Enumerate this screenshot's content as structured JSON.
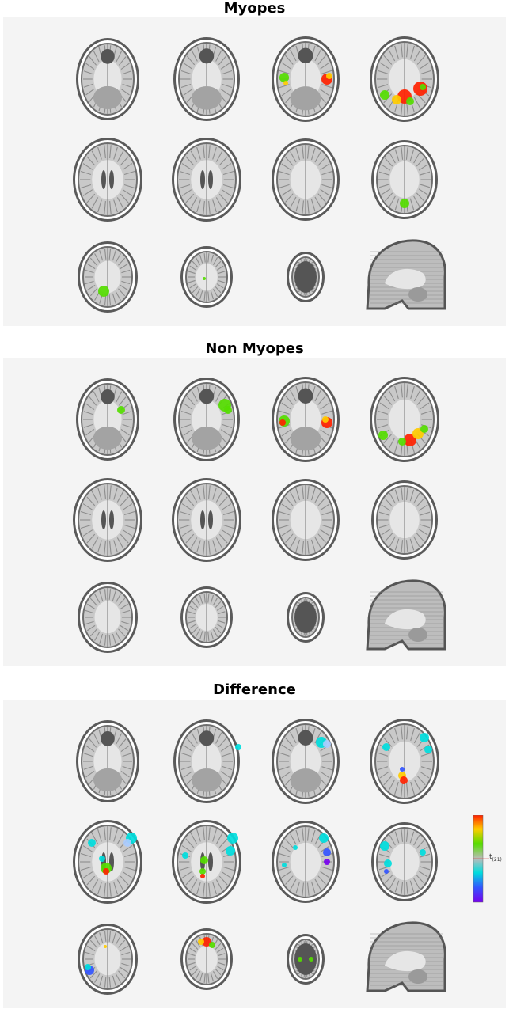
{
  "panels": [
    {
      "title": "Myopes",
      "key": "myopes"
    },
    {
      "title": "Non Myopes",
      "key": "nonmyopes"
    },
    {
      "title": "Difference",
      "key": "difference"
    }
  ],
  "colorbar": {
    "label": "t",
    "subscript": "(21)",
    "colors": [
      "#ff2200",
      "#ffcc00",
      "#55dd00",
      "#00dddd",
      "#aaccff",
      "#3355ff",
      "#7700ee"
    ]
  },
  "slices": {
    "rows": 3,
    "cols": 4,
    "views": [
      [
        "skull-base",
        "orbital",
        "temporal",
        "occipital"
      ],
      [
        "ventricular",
        "ventricular",
        "supraventricular",
        "parietal"
      ],
      [
        "high-parietal",
        "vertex",
        "vertex-top",
        "sagittal"
      ]
    ]
  }
}
